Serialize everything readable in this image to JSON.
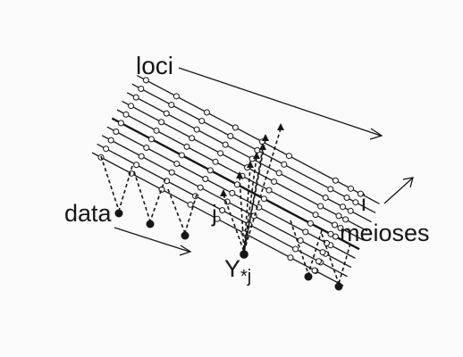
{
  "labels": {
    "loci": "loci",
    "data": "data",
    "j": "j",
    "i": "i",
    "meioses": "meioses",
    "y_main": "Y",
    "y_sub": "*j"
  },
  "colors": {
    "ink": "#161616",
    "paper": "#fbfbfb"
  },
  "diagram": {
    "type": "pedigree-locus-meiosis-diagram",
    "line_count": 10,
    "bold_line_label": "i",
    "bold_column_label": "j",
    "arrows": [
      "loci",
      "meioses",
      "data-direction"
    ]
  }
}
